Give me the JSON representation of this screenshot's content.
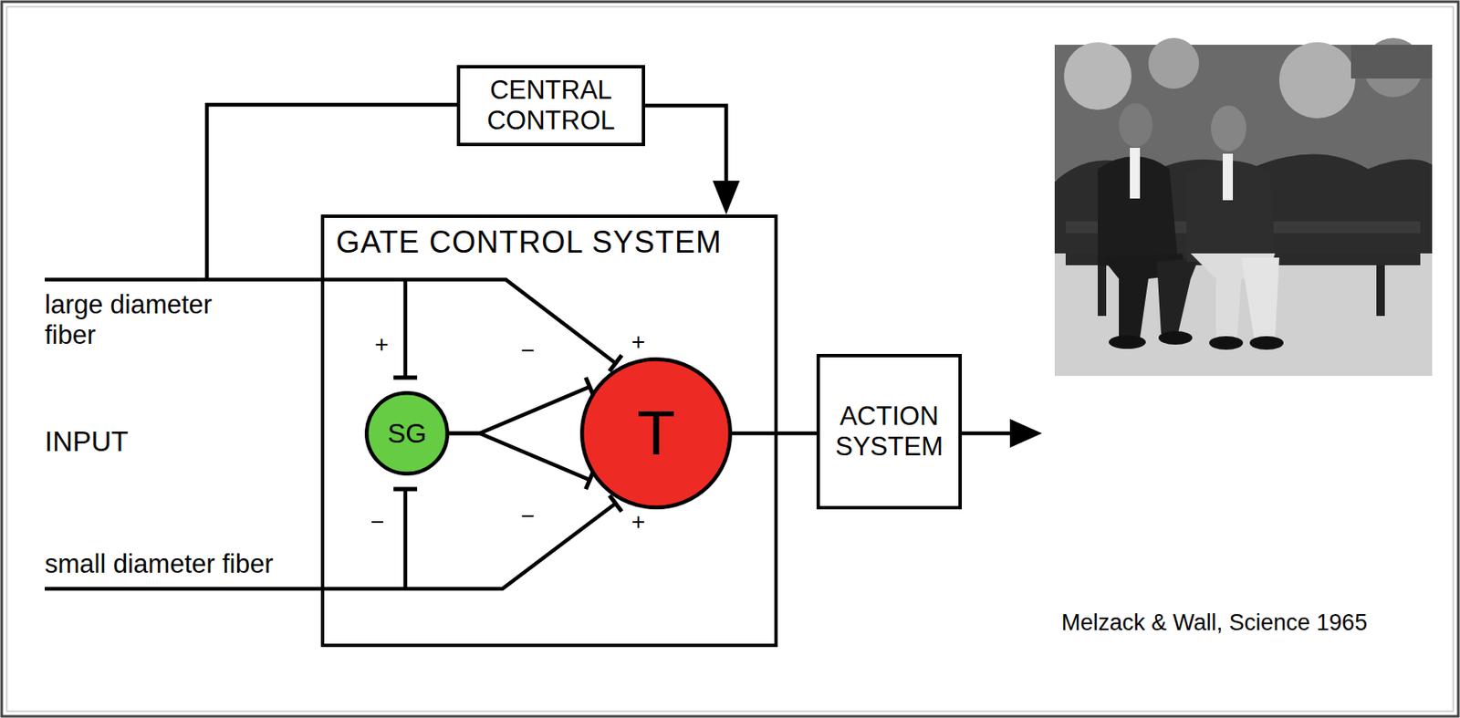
{
  "diagram": {
    "nodes": [
      {
        "text": [
          "CENTRAL CONTROL"
        ]
      },
      {
        "text": [
          "GATE CONTROL SYSTEM"
        ]
      },
      {
        "text": [
          "SG"
        ],
        "in": 1
      },
      {
        "text": [
          "T"
        ],
        "in": 1
      },
      {
        "text": [
          "ACTION SYSTEM"
        ]
      }
    ],
    "edges": [
      {
        "from": 0,
        "to": 1,
        "arrow": "to"
      },
      {
        "from": 2,
        "to": 3,
        "arrow": "none"
      },
      {
        "from": 3,
        "to": 4,
        "arrow": "none"
      }
    ],
    "labels": [
      "large diameter fiber",
      "+",
      "−",
      "+",
      "INPUT",
      "−",
      "+",
      "−",
      "small diameter fiber",
      "Melzack & Wall, Science 1965"
    ]
  }
}
